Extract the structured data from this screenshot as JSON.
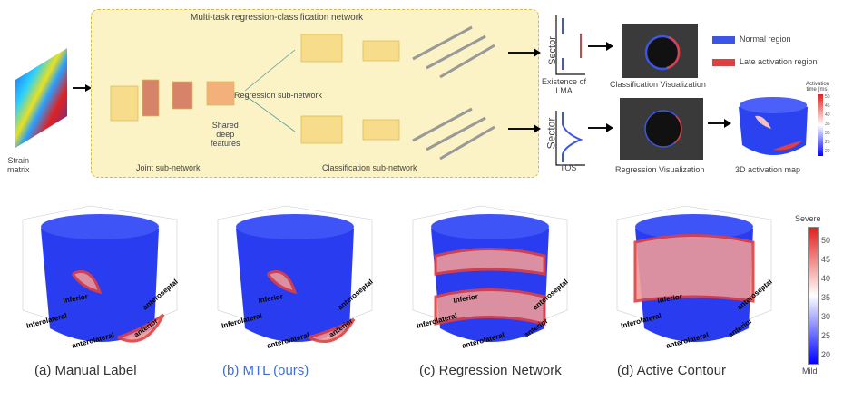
{
  "top": {
    "input_label": "Strain\nmatrix",
    "network_title": "Multi-task regression-classification network",
    "joint_label": "Joint sub-network",
    "shared_label": "Shared\ndeep\nfeatures",
    "regression_label": "Regression sub-network",
    "classification_label": "Classification sub-network",
    "axis_sector_1": "Sector",
    "axis_sector_2": "Sector",
    "lma_label": "Existence of\nLMA",
    "tos_label": "TOS",
    "class_vis_label": "Classification Visualization",
    "reg_vis_label": "Regression Visualization",
    "map_label": "3D activation map",
    "legend": [
      {
        "label": "Normal region",
        "color": "#3b55e6"
      },
      {
        "label": "Late activation region",
        "color": "#e04040"
      }
    ],
    "small_colorbar": {
      "title": "Activation\ntime (ms)",
      "ticks": [
        "50",
        "45",
        "40",
        "35",
        "30",
        "25",
        "20"
      ]
    }
  },
  "bottom": {
    "panels": [
      {
        "caption": "(a) Manual Label",
        "highlight": false
      },
      {
        "caption": "(b) MTL (ours)",
        "highlight": true
      },
      {
        "caption": "(c) Regression Network",
        "highlight": false
      },
      {
        "caption": "(d) Active Contour",
        "highlight": false
      }
    ],
    "axis_labels": [
      "Inferior",
      "Inferolateral",
      "anterolateral",
      "anterior",
      "anteroseptal"
    ],
    "colorbar": {
      "top": "Severe",
      "bottom": "Mild",
      "ticks": [
        "50",
        "45",
        "40",
        "35",
        "30",
        "25",
        "20"
      ],
      "min_color": "#0000ff",
      "max_color": "#e02020"
    }
  },
  "colors": {
    "box_fill": "#fbf3c6",
    "box_border": "#d9b94a",
    "highlight_caption": "#3b6fe0"
  }
}
